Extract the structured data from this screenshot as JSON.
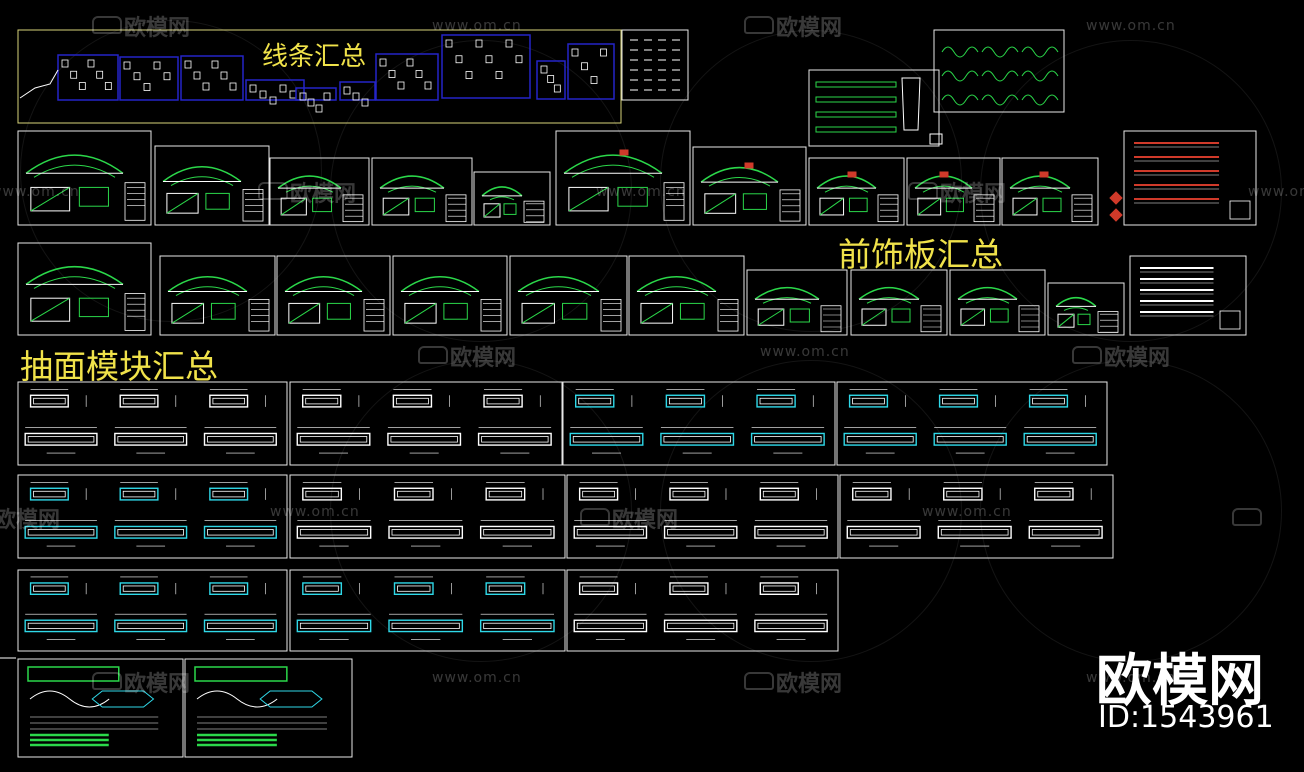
{
  "labels": {
    "moulding_summary": "线条汇总",
    "front_panel_summary": "前饰板汇总",
    "drawer_module_summary": "抽面模块汇总"
  },
  "watermark": {
    "text": "欧模网",
    "url": "www.om.cn"
  },
  "brand": {
    "name": "欧模网",
    "id": "ID:1543961"
  },
  "colors": {
    "background": "#000000",
    "sheet_border": "#e8e8e8",
    "label_yellow": "#f0e24a",
    "cad_green": "#2bd84a",
    "cad_cyan": "#2fd8e8",
    "cad_blue": "#2424c8",
    "cad_red": "#d03a2a",
    "cad_white": "#dcdcdc"
  }
}
